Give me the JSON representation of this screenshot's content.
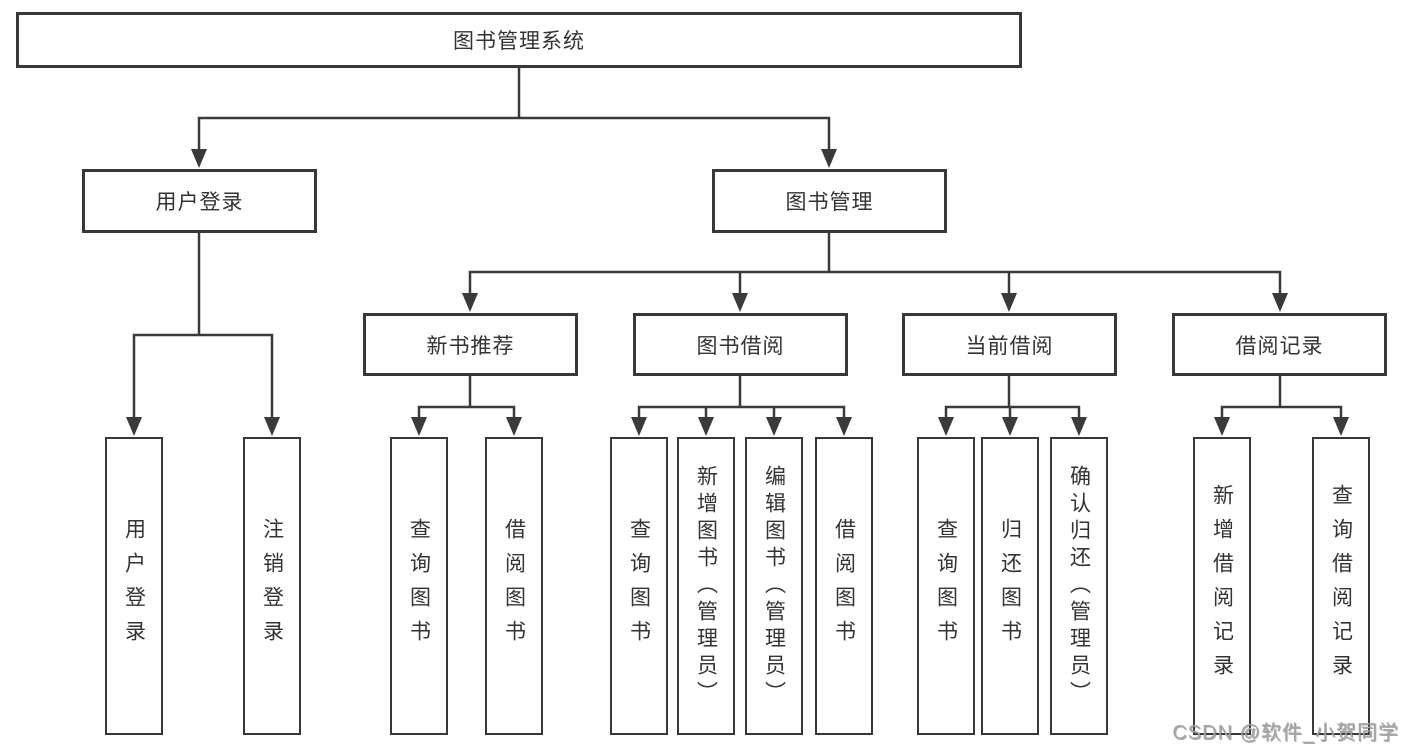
{
  "diagram": {
    "root": {
      "label": "图书管理系统"
    },
    "branches": {
      "user_login": {
        "label": "用户登录"
      },
      "book_management": {
        "label": "图书管理"
      }
    },
    "sections": {
      "new_book_recommend": {
        "label": "新书推荐"
      },
      "book_borrowing": {
        "label": "图书借阅"
      },
      "current_borrowing": {
        "label": "当前借阅"
      },
      "borrowing_records": {
        "label": "借阅记录"
      }
    },
    "leaves": {
      "user_login": {
        "label": "用户登录"
      },
      "logout": {
        "label": "注销登录"
      },
      "recommend_query_books": {
        "label": "查询图书"
      },
      "recommend_borrow_books": {
        "label": "借阅图书"
      },
      "borrowing_query_books": {
        "label": "查询图书"
      },
      "borrowing_add_books": {
        "label": "新增图书（管理员）"
      },
      "borrowing_edit_books": {
        "label": "编辑图书（管理员）"
      },
      "borrowing_borrow_books": {
        "label": "借阅图书"
      },
      "current_query_books": {
        "label": "查询图书"
      },
      "current_return_books": {
        "label": "归还图书"
      },
      "current_confirm_return": {
        "label": "确认归还（管理员）"
      },
      "records_add_record": {
        "label": "新增借阅记录"
      },
      "records_query_record": {
        "label": "查询借阅记录"
      }
    }
  },
  "watermark": {
    "text": "CSDN @软件_小贺同学"
  },
  "colors": {
    "line": "#3a3a3a",
    "border": "#383838",
    "text": "#333333",
    "watermark": "#a6a6a6",
    "background": "#ffffff"
  }
}
